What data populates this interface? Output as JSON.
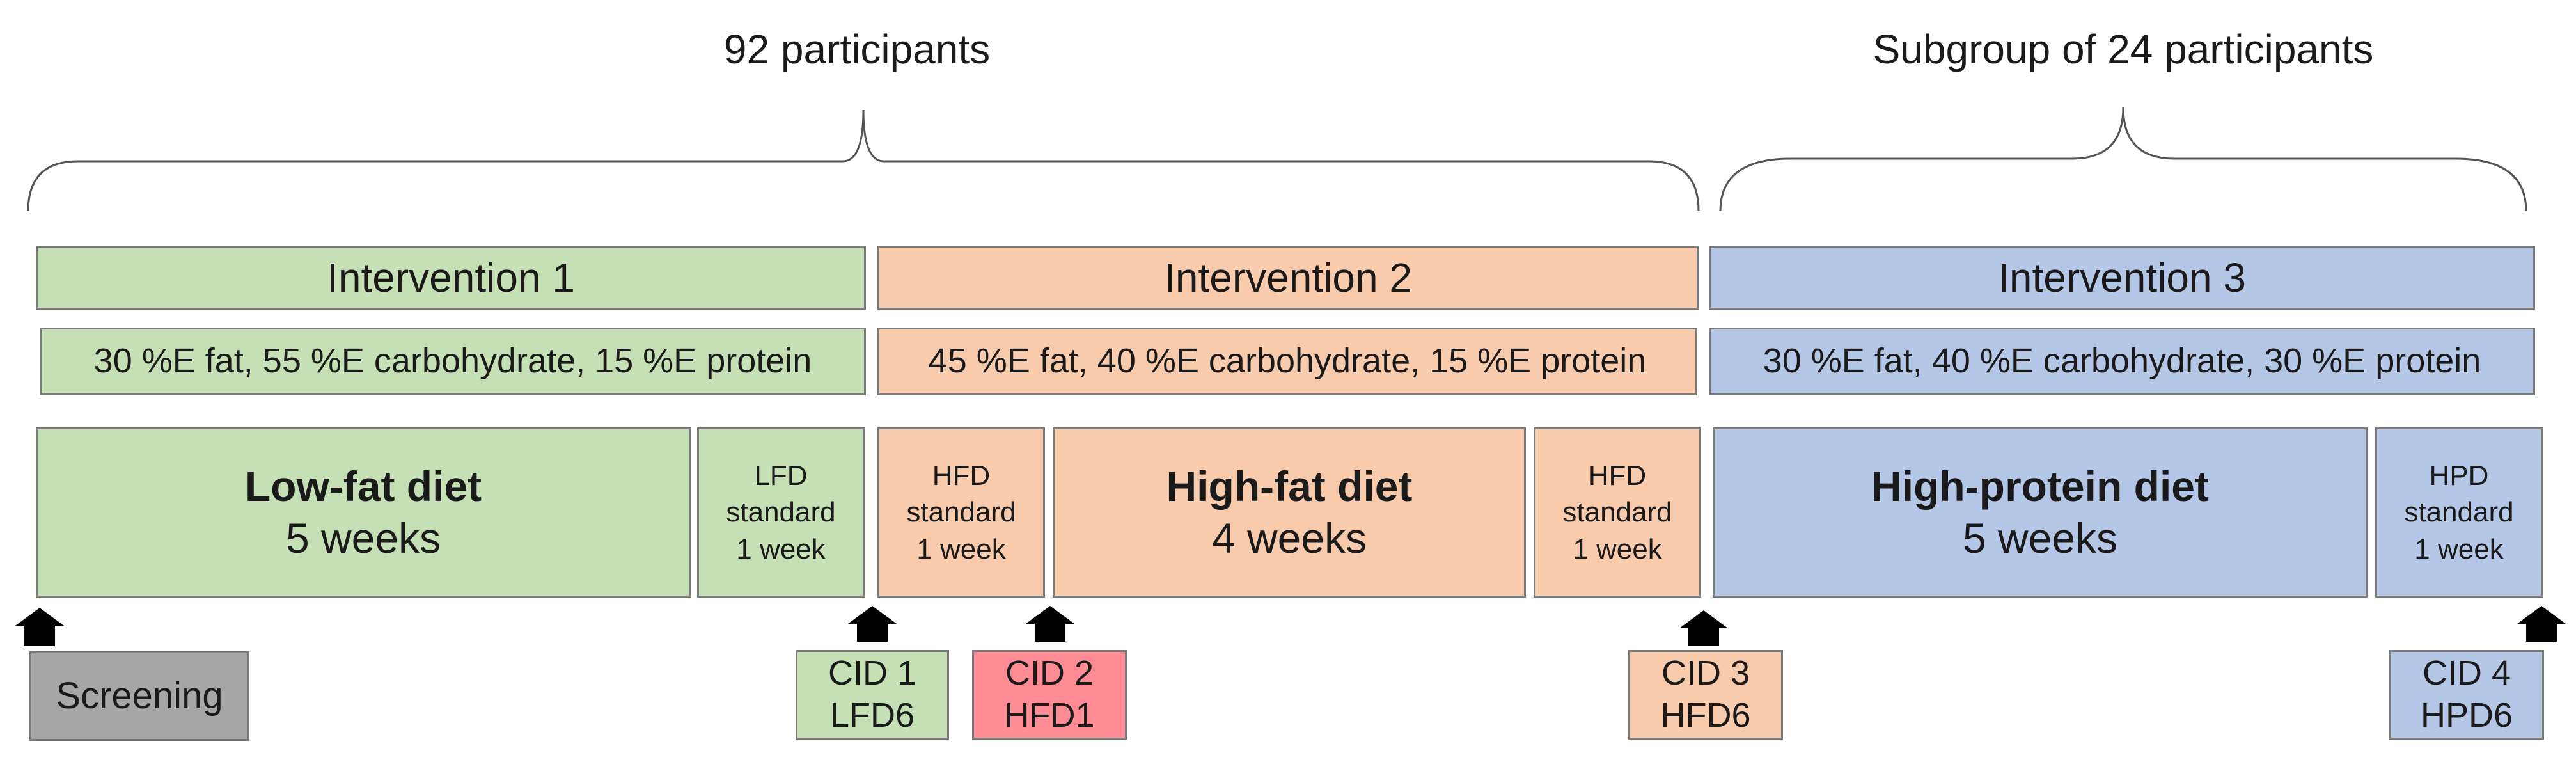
{
  "top_labels": {
    "left": "92 participants",
    "right": "Subgroup of 24 participants"
  },
  "interventions": [
    {
      "header": "Intervention 1",
      "composition": "30 %E fat, 55 %E carbohydrate, 15 %E protein"
    },
    {
      "header": "Intervention 2",
      "composition": "45 %E fat, 40 %E carbohydrate, 15 %E protein"
    },
    {
      "header": "Intervention 3",
      "composition": "30 %E fat, 40 %E carbohydrate, 30 %E protein"
    }
  ],
  "diets": {
    "low_fat": {
      "title": "Low-fat diet",
      "duration": "5 weeks"
    },
    "lfd_standard": {
      "line1": "LFD",
      "line2": "standard",
      "line3": "1 week"
    },
    "hfd_standard_a": {
      "line1": "HFD",
      "line2": "standard",
      "line3": "1 week"
    },
    "high_fat": {
      "title": "High-fat diet",
      "duration": "4 weeks"
    },
    "hfd_standard_b": {
      "line1": "HFD",
      "line2": "standard",
      "line3": "1 week"
    },
    "high_protein": {
      "title": "High-protein diet",
      "duration": "5 weeks"
    },
    "hpd_standard": {
      "line1": "HPD",
      "line2": "standard",
      "line3": "1 week"
    }
  },
  "visits": {
    "screening": "Screening",
    "cid1": {
      "line1": "CID 1",
      "line2": "LFD6"
    },
    "cid2": {
      "line1": "CID 2",
      "line2": "HFD1"
    },
    "cid3": {
      "line1": "CID 3",
      "line2": "HFD6"
    },
    "cid4": {
      "line1": "CID 4",
      "line2": "HPD6"
    }
  },
  "colors": {
    "low_fat": "#c5e0b4",
    "high_fat": "#f8cbad",
    "high_protein": "#b4c7e7",
    "screening": "#a6a6a6",
    "cid2": "#ff8c94"
  }
}
